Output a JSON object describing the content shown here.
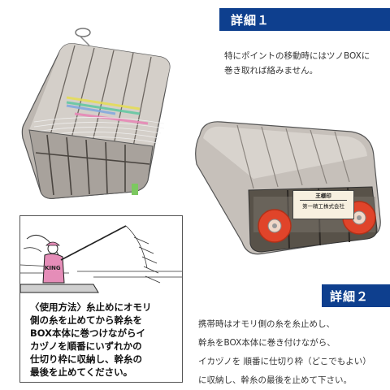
{
  "detail1": {
    "title": "詳細１",
    "lines": [
      "特にポイントの移動時にはツノBOXに",
      "巻き取れば絡みません。"
    ]
  },
  "detail2": {
    "title": "詳細２",
    "lines": [
      "携帯時はオモリ側の糸を糸止めし、",
      "幹糸をBOX本体に巻き付けながら、",
      "イカヅノを 順番に仕切り枠（どこでもよい）",
      "に収納し、幹糸の最後を止めて下さい。"
    ]
  },
  "usage": {
    "lines": [
      "〈使用方法〉糸止めにオモリ",
      "側の糸を止めてから幹糸を",
      "BOX本体に巻つけながらイ",
      "カヅノを順番にいずれかの",
      "仕切り枠に収納し、幹糸の",
      "最後を止めてください。"
    ],
    "figure_label": "KING"
  },
  "product_label": {
    "brand": "王様印",
    "maker": "第一精工株式会社"
  },
  "colors": {
    "header_bg": "#0e3f8e",
    "reel_red": "#e0442a",
    "box_body": "#c8c2bc"
  }
}
